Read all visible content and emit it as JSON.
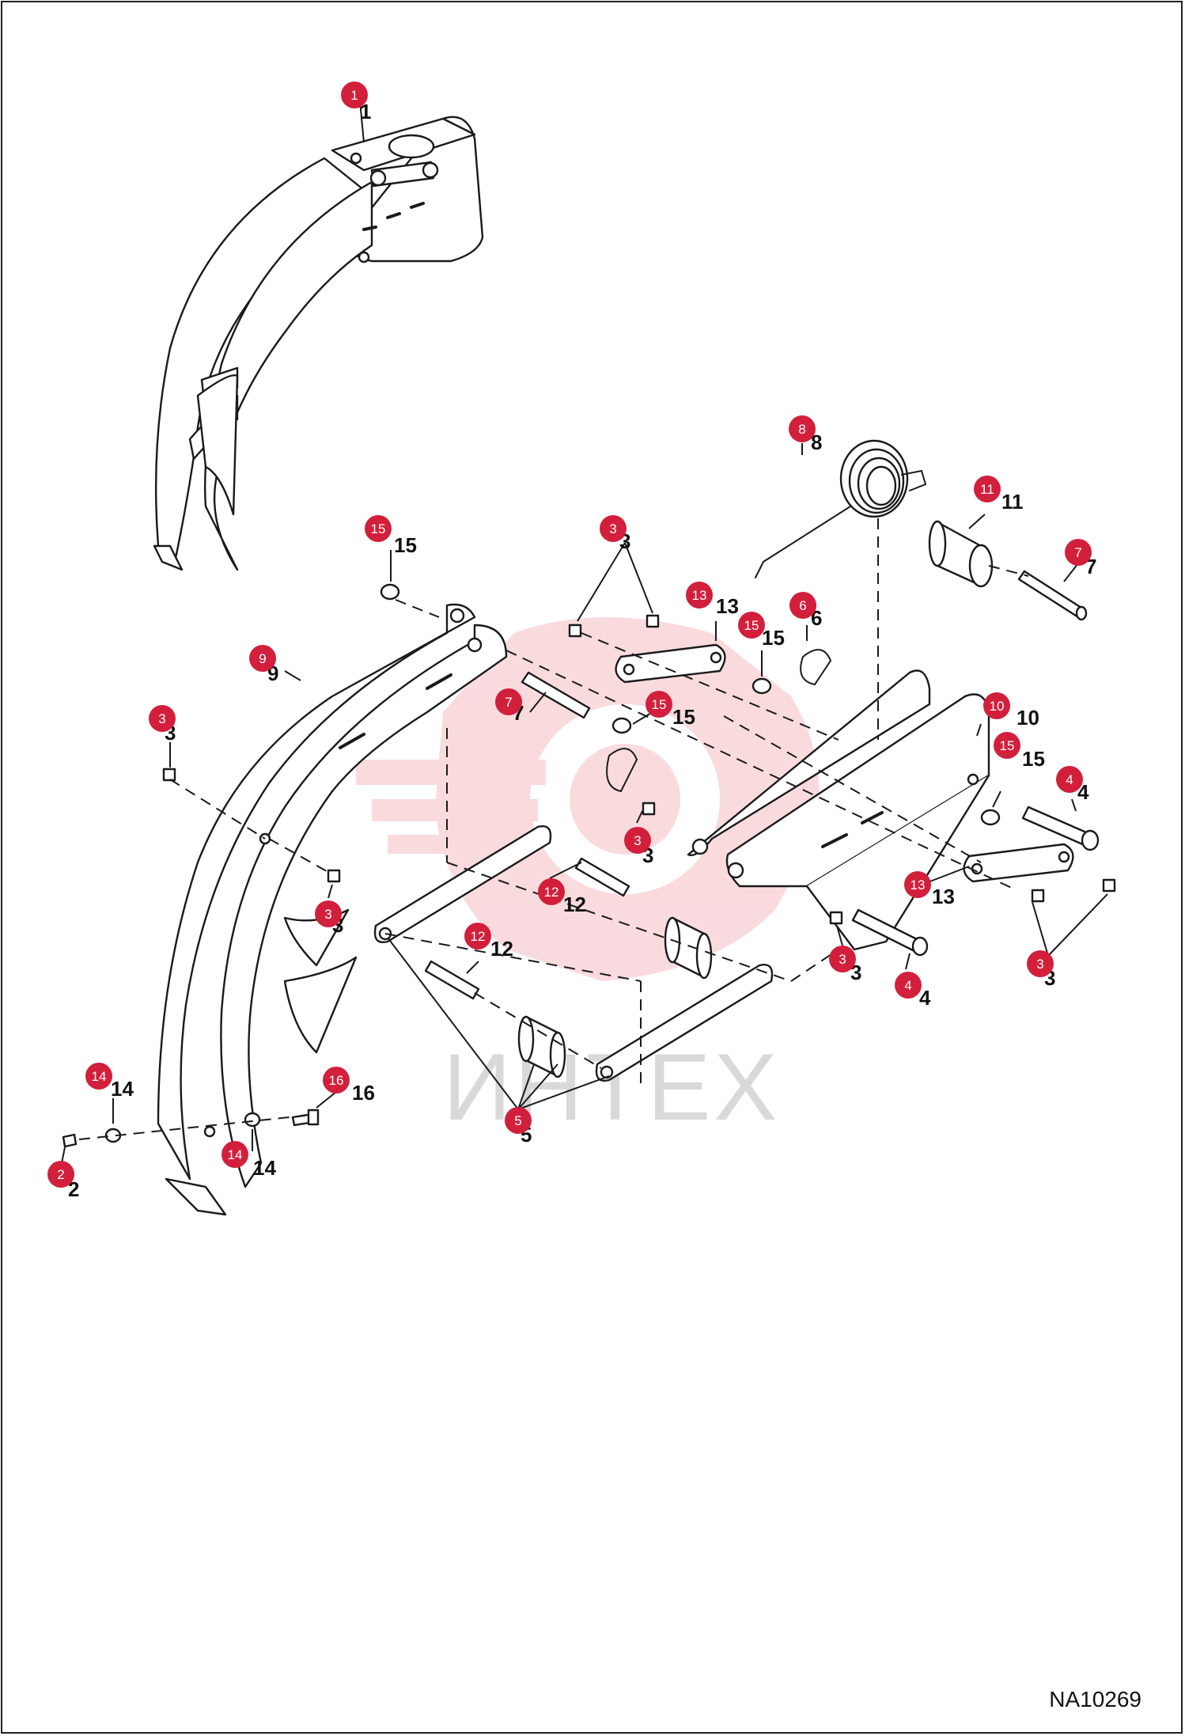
{
  "drawing_id": "NA10269",
  "watermark": {
    "text": "ИНТЕХ"
  },
  "colors": {
    "callout_fill": "#d21f3c",
    "line": "#1a1a1a",
    "watermark": "#f4b8bf"
  },
  "callouts": [
    {
      "label": "1"
    },
    {
      "label": "8"
    },
    {
      "label": "11"
    },
    {
      "label": "7"
    },
    {
      "label": "15"
    },
    {
      "label": "3"
    },
    {
      "label": "13"
    },
    {
      "label": "15"
    },
    {
      "label": "6"
    },
    {
      "label": "9"
    },
    {
      "label": "7"
    },
    {
      "label": "15"
    },
    {
      "label": "10"
    },
    {
      "label": "15"
    },
    {
      "label": "4"
    },
    {
      "label": "3"
    },
    {
      "label": "3"
    },
    {
      "label": "3"
    },
    {
      "label": "12"
    },
    {
      "label": "12"
    },
    {
      "label": "13"
    },
    {
      "label": "3"
    },
    {
      "label": "4"
    },
    {
      "label": "3"
    },
    {
      "label": "5"
    },
    {
      "label": "14"
    },
    {
      "label": "16"
    },
    {
      "label": "14"
    },
    {
      "label": "2"
    }
  ]
}
